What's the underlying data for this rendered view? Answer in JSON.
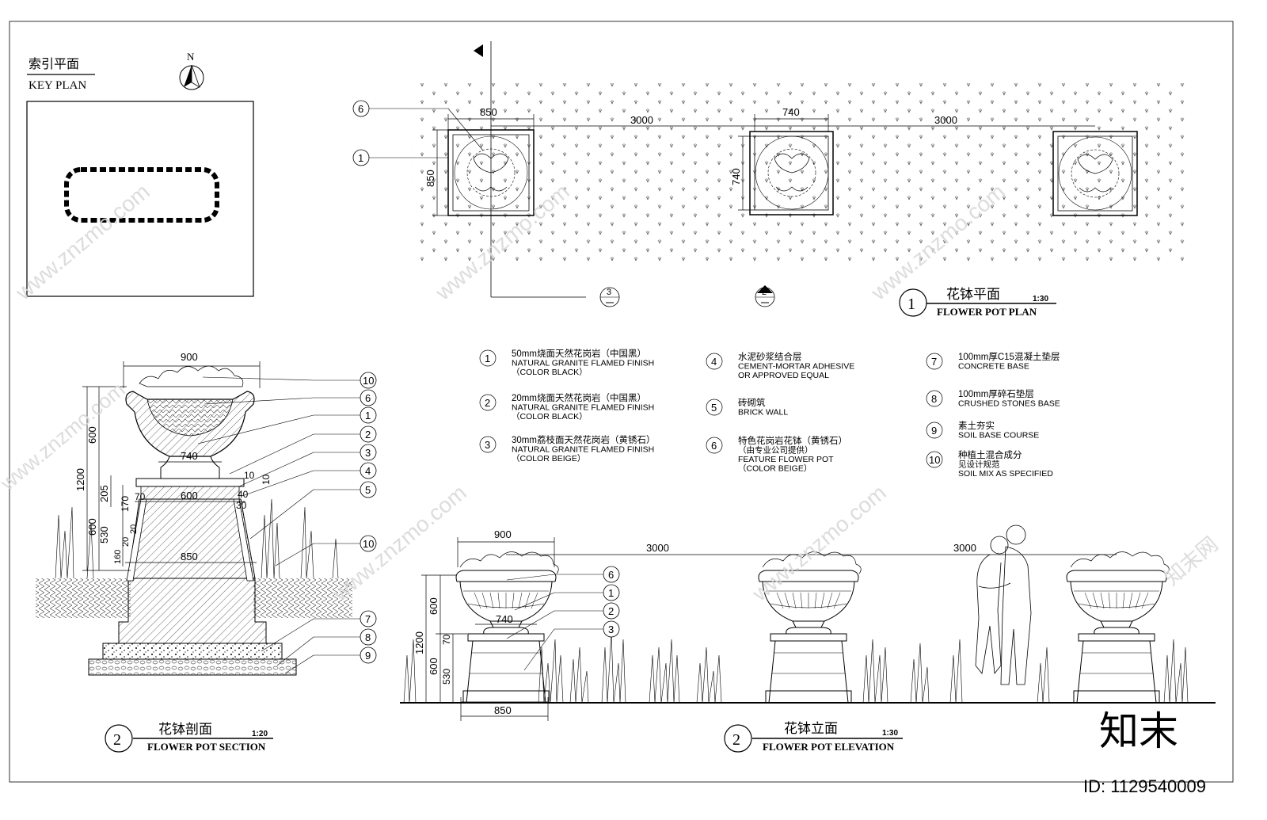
{
  "key_plan": {
    "title_cn": "索引平面",
    "title_en": "KEY PLAN",
    "north": "N"
  },
  "plan": {
    "dims": {
      "pot_outer": "850",
      "pot_inner": "740",
      "spacing_1": "3000",
      "spacing_2": "3000",
      "side_outer": "850",
      "side_inner": "740"
    },
    "callouts": {
      "c6": "6",
      "c1": "1"
    },
    "section_mark_3": "3",
    "section_mark_2": "2",
    "title": {
      "num": "1",
      "cn": "花钵平面",
      "scale": "1:30",
      "en": "FLOWER POT PLAN"
    }
  },
  "legend": [
    {
      "num": "1",
      "lines": [
        "50mm烧面天然花岗岩（中国黑）",
        "NATURAL GRANITE FLAMED FINISH",
        "（COLOR BLACK）"
      ]
    },
    {
      "num": "2",
      "lines": [
        "20mm烧面天然花岗岩（中国黑）",
        "NATURAL GRANITE FLAMED FINISH",
        "（COLOR BLACK）"
      ]
    },
    {
      "num": "3",
      "lines": [
        "30mm荔枝面天然花岗岩（黄锈石）",
        "NATURAL GRANITE FLAMED FINISH",
        "（COLOR BEIGE）"
      ]
    },
    {
      "num": "4",
      "lines": [
        "水泥砂浆结合层",
        "CEMENT-MORTAR ADHESIVE",
        "OR APPROVED EQUAL"
      ]
    },
    {
      "num": "5",
      "lines": [
        "砖砌筑",
        "BRICK WALL"
      ]
    },
    {
      "num": "6",
      "lines": [
        "特色花岗岩花钵（黄锈石）",
        "（由专业公司提供）",
        "FEATURE FLOWER POT",
        "（COLOR BEIGE）"
      ]
    },
    {
      "num": "7",
      "lines": [
        "100mm厚C15混凝土垫层",
        "CONCRETE BASE"
      ]
    },
    {
      "num": "8",
      "lines": [
        "100mm厚碎石垫层",
        "CRUSHED STONES BASE"
      ]
    },
    {
      "num": "9",
      "lines": [
        "素土夯实",
        "SOIL BASE COURSE"
      ]
    },
    {
      "num": "10",
      "lines": [
        "种植土混合成分",
        "见设计规范",
        "SOIL MIX AS SPECIFIED"
      ]
    }
  ],
  "section": {
    "dims": {
      "top": "900",
      "h1200": "1200",
      "h600a": "600",
      "h600b": "600",
      "h205": "205",
      "h530": "530",
      "h170": "170",
      "h160": "160",
      "h20": "20",
      "h20b": "20",
      "h30": "30",
      "h40": "40",
      "h10": "10",
      "h10b": "10",
      "h70": "70",
      "w740": "740",
      "w600": "600",
      "w850": "850"
    },
    "callouts": [
      "10",
      "6",
      "1",
      "2",
      "3",
      "4",
      "5",
      "10",
      "7",
      "8",
      "9"
    ],
    "title": {
      "num": "2",
      "cn": "花钵剖面",
      "scale": "1:20",
      "en": "FLOWER POT SECTION"
    }
  },
  "elevation": {
    "dims": {
      "top": "900",
      "s1": "3000",
      "s2": "3000",
      "h1200": "1200",
      "h600": "600",
      "h70": "70",
      "h600b": "600",
      "h530": "530",
      "w740": "740",
      "w850": "850"
    },
    "callouts": [
      "6",
      "1",
      "2",
      "3"
    ],
    "title": {
      "num": "2",
      "cn": "花钵立面",
      "scale": "1:30",
      "en": "FLOWER POT ELEVATION"
    }
  },
  "watermark": {
    "site": "www.znzmo.com",
    "brand_cn": "知末网",
    "logo_cn": "知末",
    "id": "ID: 1129540009"
  }
}
